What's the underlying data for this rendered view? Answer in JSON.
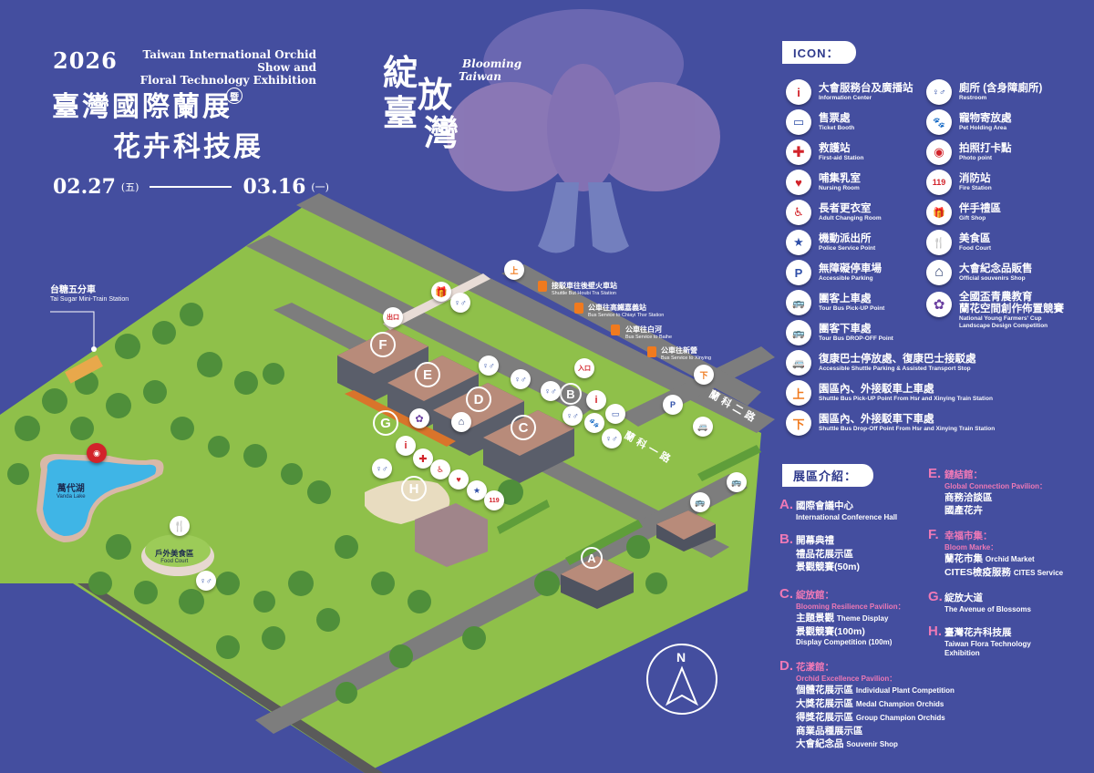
{
  "header": {
    "year": "2026",
    "title_en_line1": "Taiwan International Orchid Show and",
    "title_en_line2": "Floral Technology Exhibition",
    "title_zh_line1": "臺灣國際蘭展",
    "title_zh_connector": "暨",
    "title_zh_line2": "花卉科技展",
    "date_start": "02.27",
    "date_start_weekday": "(五)",
    "date_end": "03.16",
    "date_end_weekday": "(一)"
  },
  "slogan": {
    "zh_chars": [
      "綻",
      "放",
      "臺",
      "灣"
    ],
    "en_line1": "Blooming",
    "en_line2": "Taiwan"
  },
  "colors": {
    "background": "#444e9f",
    "grass": "#8fc04a",
    "road": "#7a7a7a",
    "accent_pink": "#ee79b6",
    "icon_red": "#d2232a",
    "icon_blue": "#2f4fa8",
    "icon_orange": "#f07a1e",
    "building_roof": "#b88b7a"
  },
  "map": {
    "train_station": {
      "zh": "台糖五分車",
      "en": "Tai Sugar Mini-Train Station"
    },
    "lake": {
      "zh": "萬代湖",
      "en": "Vanda Lake"
    },
    "food_court": {
      "zh": "戶外美食區",
      "en": "Food Court"
    },
    "bus_stops": [
      {
        "zh": "接駁車往後壁火車站",
        "en": "Shuttle But Houbi Tra Station"
      },
      {
        "zh": "公車往高鐵嘉義站",
        "en": "Bus Service to Chiayi Thsr Station"
      },
      {
        "zh": "公車往白河",
        "en": "Bus Service to Baihe"
      },
      {
        "zh": "公車往新營",
        "en": "Bus Service to Xinying"
      }
    ],
    "roads": [
      "蘭科一路",
      "蘭科二路"
    ],
    "entrance": "入口",
    "exit": "出口",
    "zones": [
      "A",
      "B",
      "C",
      "D",
      "E",
      "F",
      "G",
      "H"
    ],
    "compass": "N"
  },
  "icon_legend": {
    "heading": "ICON：",
    "left": [
      {
        "zh": "大會服務台及廣播站",
        "en": "Information Center",
        "icon": "info-icon",
        "glyph": "i",
        "color": "#d2232a"
      },
      {
        "zh": "售票處",
        "en": "Ticket Booth",
        "icon": "ticket-icon",
        "glyph": "▭",
        "color": "#2f4fa8"
      },
      {
        "zh": "救護站",
        "en": "First-aid Station",
        "icon": "first-aid-cross-icon",
        "glyph": "✚",
        "color": "#d2232a"
      },
      {
        "zh": "哺集乳室",
        "en": "Nursing Room",
        "icon": "nursing-room-icon",
        "glyph": "♥",
        "color": "#d2232a"
      },
      {
        "zh": "長者更衣室",
        "en": "Adult Changing Room",
        "icon": "elderly-icon",
        "glyph": "♿",
        "color": "#d2232a"
      },
      {
        "zh": "機動派出所",
        "en": "Police Service Point",
        "icon": "police-icon",
        "glyph": "★",
        "color": "#2f4fa8"
      },
      {
        "zh": "無障礙停車場",
        "en": "Accessible Parking",
        "icon": "accessible-parking-icon",
        "glyph": "P",
        "color": "#2f4fa8"
      },
      {
        "zh": "團客上車處",
        "en": "Tour Bus Pick-UP Point",
        "icon": "tour-bus-pickup-icon",
        "glyph": "🚌",
        "color": "#2f4fa8"
      },
      {
        "zh": "團客下車處",
        "en": "Tour Bus DROP-OFF Point",
        "icon": "tour-bus-dropoff-icon",
        "glyph": "🚌",
        "color": "#2f4fa8"
      }
    ],
    "right": [
      {
        "zh": "廁所 (含身障廁所)",
        "en": "Restroom",
        "icon": "restroom-icon",
        "glyph": "♀♂",
        "color": "#2f4fa8"
      },
      {
        "zh": "寵物寄放處",
        "en": "Pet Holding Area",
        "icon": "paw-icon",
        "glyph": "🐾",
        "color": "#7b3fa0"
      },
      {
        "zh": "拍照打卡點",
        "en": "Photo point",
        "icon": "camera-icon",
        "glyph": "◉",
        "color": "#d2232a"
      },
      {
        "zh": "消防站",
        "en": "Fire Station",
        "icon": "fire-station-119-icon",
        "glyph": "119",
        "color": "#d2232a"
      },
      {
        "zh": "伴手禮區",
        "en": "Gift Shop",
        "icon": "gift-icon",
        "glyph": "🎁",
        "color": "#d2232a"
      },
      {
        "zh": "美食區",
        "en": "Food Court",
        "icon": "fork-knife-icon",
        "glyph": "🍴",
        "color": "#222222"
      },
      {
        "zh": "大會紀念品販售",
        "en": "Official souvenirs Shop",
        "icon": "house-icon",
        "glyph": "⌂",
        "color": "#2c3e70"
      },
      {
        "zh": "全國盃青農教育蘭花空間創作佈置競賽",
        "zh_line1": "全國盃青農教育",
        "zh_line2": "蘭花空間創作佈置競賽",
        "en": "National Young Farmers' Cup Landscape Design Competition",
        "en_line1": "National Young Farmers' Cup",
        "en_line2": "Landscape Design Competition",
        "icon": "orchid-flower-icon",
        "glyph": "✿",
        "color": "#6a3fa0"
      }
    ],
    "wide": [
      {
        "zh": "復康巴士停放處、復康巴士接駁處",
        "en": "Accessible Shuttle Parking & Assisted Transport Stop",
        "icon": "accessible-shuttle-icon",
        "glyph": "🚐",
        "color": "#2f4fa8"
      },
      {
        "zh": "園區內、外接駁車上車處",
        "en": "Shuttle Bus Pick-UP Point From Hsr and Xinying Train Station",
        "icon": "shuttle-pickup-icon",
        "glyph": "上",
        "color": "#f07a1e"
      },
      {
        "zh": "園區內、外接駁車下車處",
        "en": "Shuttle Bus Drop-Off Point From Hsr and Xinying Train Station",
        "icon": "shuttle-dropoff-icon",
        "glyph": "下",
        "color": "#f07a1e"
      }
    ]
  },
  "zone_legend": {
    "heading": "展區介紹：",
    "zones": [
      {
        "letter": "A.",
        "title": "國際會議中心",
        "title_pink": false,
        "items": [],
        "en": "International Conference Hall"
      },
      {
        "letter": "B.",
        "title": "開幕典禮",
        "title_pink": false,
        "items": [
          {
            "zh": "禮品花展示區",
            "en": ""
          },
          {
            "zh": "景觀競賽(50m)",
            "en": ""
          }
        ],
        "en": ""
      },
      {
        "letter": "C.",
        "title": "綻放館：",
        "title_pink": true,
        "subtitle": "Blooming Resilience Pavilion：",
        "items": [
          {
            "zh": "主題景觀",
            "en": "Theme Display"
          },
          {
            "zh": "景觀競賽(100m)",
            "en": ""
          }
        ],
        "en": "Display Competition (100m)"
      },
      {
        "letter": "D.",
        "title": "花漾館：",
        "title_pink": true,
        "subtitle": "Orchid Excellence Pavilion：",
        "items": [
          {
            "zh": "個體花展示區",
            "en": "Individual Plant Competition"
          },
          {
            "zh": "大獎花展示區",
            "en": "Medal Champion Orchids"
          },
          {
            "zh": "得獎花展示區",
            "en": "Group Champion Orchids"
          },
          {
            "zh": "商業品種展示區",
            "en": ""
          },
          {
            "zh": "大會紀念品",
            "en": "Souvenir Shop"
          }
        ],
        "en": ""
      },
      {
        "letter": "E.",
        "title": "鏈結館：",
        "title_pink": true,
        "subtitle": "Global Connection Pavilion：",
        "items": [
          {
            "zh": "商務洽談區",
            "en": ""
          },
          {
            "zh": "國產花卉",
            "en": ""
          }
        ],
        "en": ""
      },
      {
        "letter": "F.",
        "title": "幸福市集：",
        "title_pink": true,
        "subtitle": "Bloom Marke：",
        "items": [
          {
            "zh": "蘭花市集",
            "en": "Orchid Market"
          },
          {
            "zh": "CITES檢疫服務",
            "en": "CITES Service"
          }
        ],
        "en": ""
      },
      {
        "letter": "G.",
        "title": "綻放大道",
        "title_pink": false,
        "items": [],
        "en": "The Avenue of Blossoms"
      },
      {
        "letter": "H.",
        "title": "臺灣花卉科技展",
        "title_pink": false,
        "items": [],
        "en": "Taiwan Flora Technology Exhibition",
        "en_line1": "Taiwan Flora Technology",
        "en_line2": "Exhibition"
      }
    ]
  }
}
